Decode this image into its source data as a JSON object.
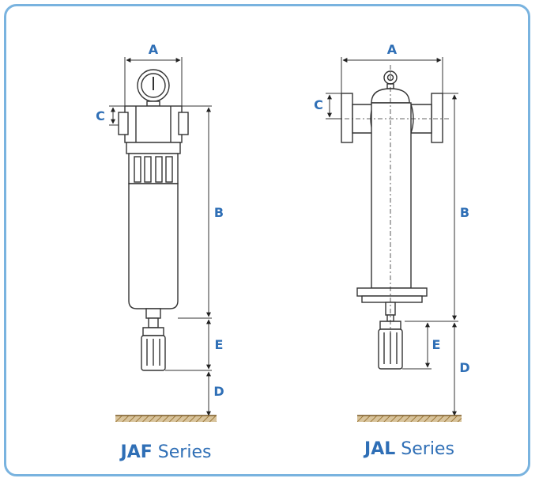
{
  "labels": {
    "a": "A",
    "b": "B",
    "c": "C",
    "d": "D",
    "e": "E"
  },
  "titles": {
    "jaf_strong": "JAF",
    "jaf_rest": " Series",
    "jal_strong": "JAL",
    "jal_rest": " Series"
  },
  "colors": {
    "frame": "#79b3df",
    "label": "#2f6fb6",
    "line": "#333333",
    "ground": "#b58e4f"
  }
}
